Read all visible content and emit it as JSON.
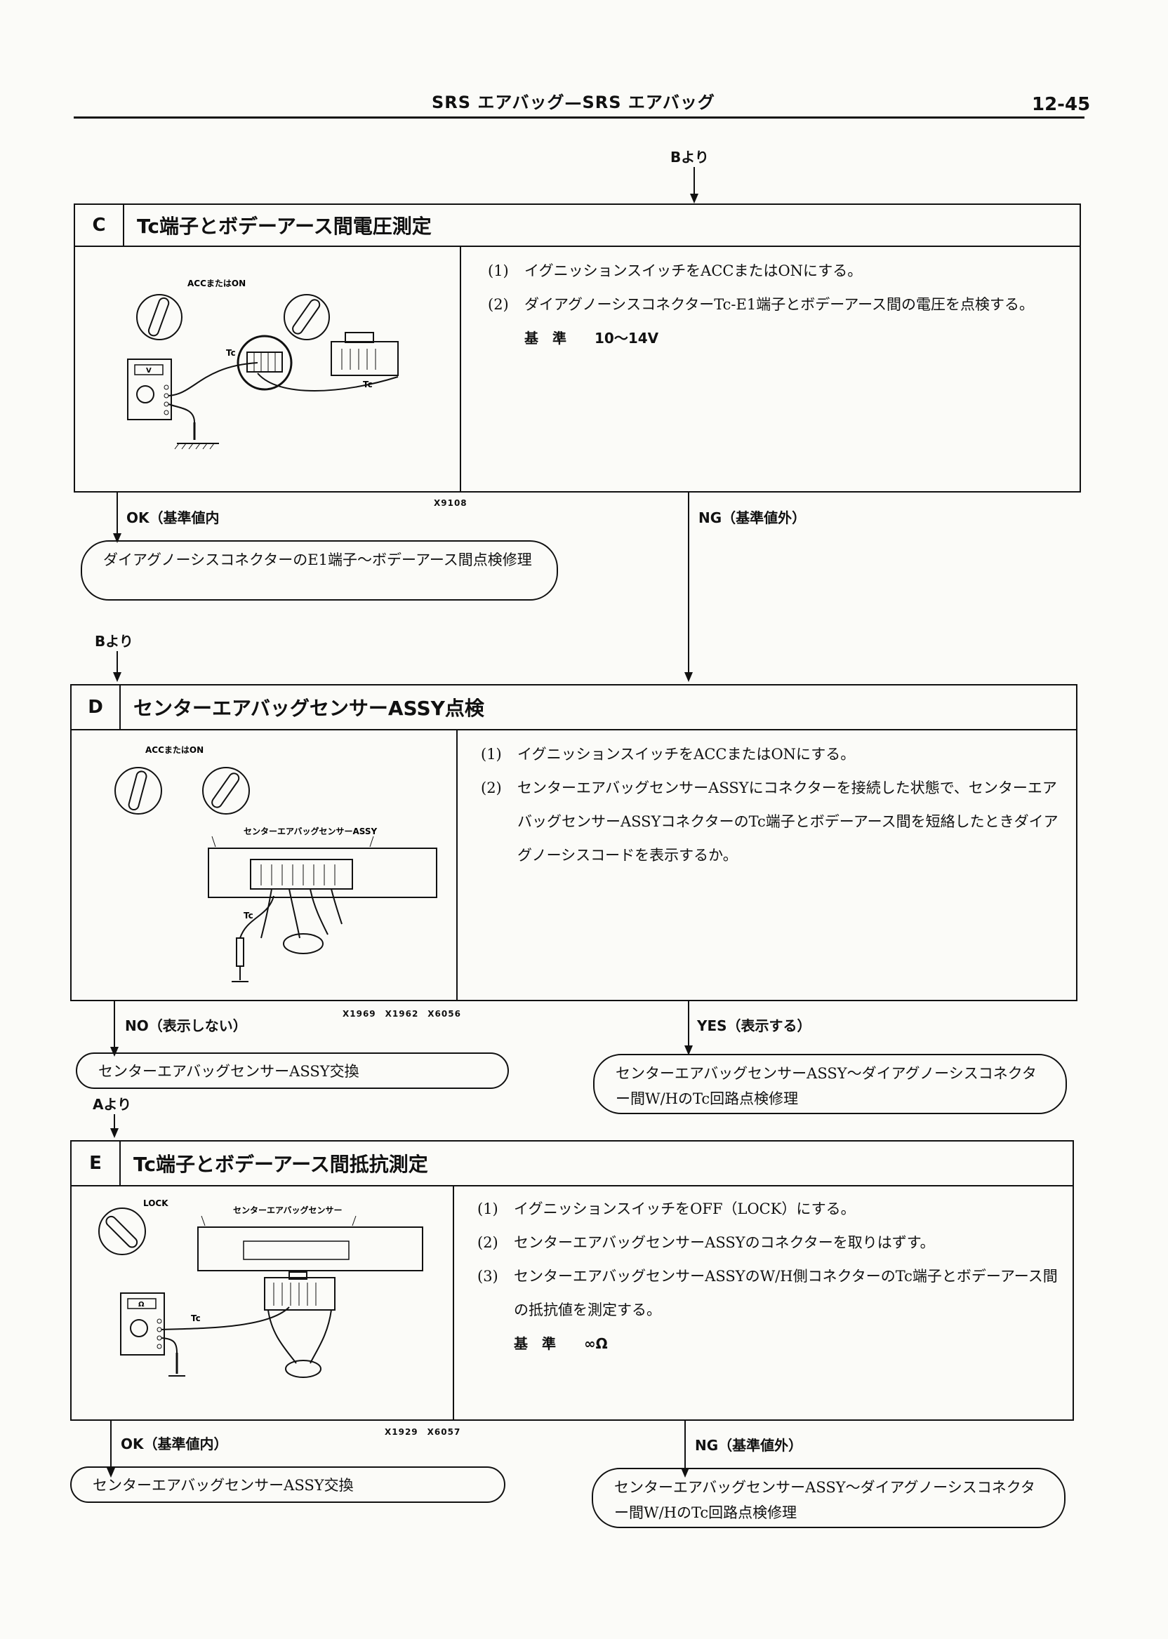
{
  "header": {
    "title": "SRS エアバッグ—SRS エアバッグ",
    "page_number": "12-45"
  },
  "flow": {
    "from_b_top": "Bより",
    "from_b_mid": "Bより",
    "from_a": "Aより"
  },
  "step_c": {
    "letter": "C",
    "title": "Tc端子とボデーアース間電圧測定",
    "instructions": [
      {
        "num": "(1)",
        "text": "イグニッションスイッチをACCまたはONにする。"
      },
      {
        "num": "(2)",
        "text": "ダイアグノーシスコネクターTc-E1端子とボデーアース間の電圧を点検する。"
      }
    ],
    "standard_label": "基　準",
    "standard_value": "10〜14V",
    "figure": {
      "switch_label": "ACCまたはON",
      "tc_label_1": "Tc",
      "tc_label_2": "Tc",
      "meter_label": "V",
      "ref": "X9108"
    },
    "ok_branch": "OK（基準値内",
    "ng_branch": "NG（基準値外）",
    "ok_result": "ダイアグノーシスコネクターのE1端子〜ボデーアース間点検修理"
  },
  "step_d": {
    "letter": "D",
    "title": "センターエアバッグセンサーASSY点検",
    "instructions": [
      {
        "num": "(1)",
        "text": "イグニッションスイッチをACCまたはONにする。"
      },
      {
        "num": "(2)",
        "text": "センターエアバッグセンサーASSYにコネクターを接続した状態で、センターエアバッグセンサーASSYコネクターのTc端子とボデーアース間を短絡したときダイアグノーシスコードを表示するか。"
      }
    ],
    "figure": {
      "switch_label": "ACCまたはON",
      "sensor_label": "センターエアバッグセンサーASSY",
      "tc_label": "Tc",
      "ref": "X1969　X1962　X6056"
    },
    "no_branch": "NO（表示しない）",
    "yes_branch": "YES（表示する）",
    "no_result": "センターエアバッグセンサーASSY交換",
    "yes_result": "センターエアバッグセンサーASSY〜ダイアグノーシスコネクター間W/HのTc回路点検修理"
  },
  "step_e": {
    "letter": "E",
    "title": "Tc端子とボデーアース間抵抗測定",
    "instructions": [
      {
        "num": "(1)",
        "text": "イグニッションスイッチをOFF（LOCK）にする。"
      },
      {
        "num": "(2)",
        "text": "センターエアバッグセンサーASSYのコネクターを取りはずす。"
      },
      {
        "num": "(3)",
        "text": "センターエアバッグセンサーASSYのW/H側コネクターのTc端子とボデーアース間の抵抗値を測定する。"
      }
    ],
    "standard_label": "基　準",
    "standard_value": "∞Ω",
    "figure": {
      "switch_label": "LOCK",
      "sensor_label": "センターエアバッグセンサー",
      "tc_label": "Tc",
      "meter_label": "Ω",
      "ref": "X1929　X6057"
    },
    "ok_branch": "OK（基準値内）",
    "ng_branch": "NG（基準値外）",
    "ok_result": "センターエアバッグセンサーASSY交換",
    "ng_result": "センターエアバッグセンサーASSY〜ダイアグノーシスコネクター間W/HのTc回路点検修理"
  }
}
